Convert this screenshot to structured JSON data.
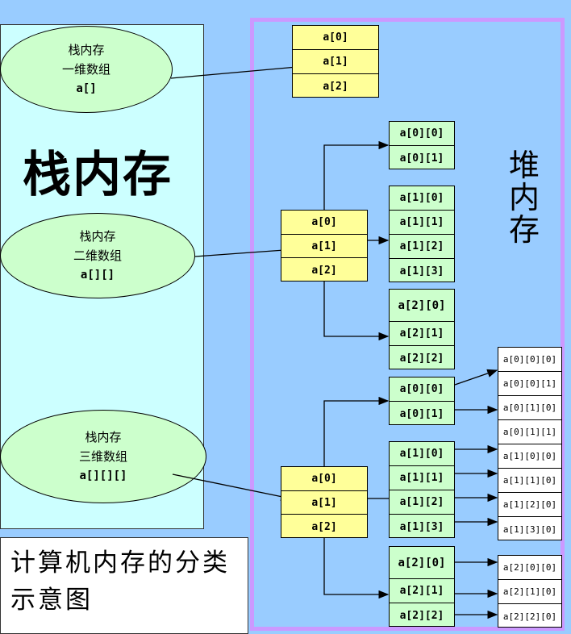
{
  "stack_title": "栈内存",
  "heap_title": "堆内存",
  "caption": "计算机内存的分类示意图",
  "ovals": [
    {
      "line1": "栈内存",
      "line2": "一维数组",
      "ref": "a[]"
    },
    {
      "line1": "栈内存",
      "line2": "二维数组",
      "ref": "a[][]"
    },
    {
      "line1": "栈内存",
      "line2": "三维数组",
      "ref": "a[][][]"
    }
  ],
  "one_dim": [
    "a[0]",
    "a[1]",
    "a[2]"
  ],
  "two_dim_outer": [
    "a[0]",
    "a[1]",
    "a[2]"
  ],
  "two_dim_row0": [
    "a[0][0]",
    "a[0][1]"
  ],
  "two_dim_row1": [
    "a[1][0]",
    "a[1][1]",
    "a[1][2]",
    "a[1][3]"
  ],
  "two_dim_row2": [
    "a[2][0]",
    "a[2][1]",
    "a[2][2]"
  ],
  "three_dim_outer": [
    "a[0]",
    "a[1]",
    "a[2]"
  ],
  "three_dim_row0": [
    "a[0][0]",
    "a[0][1]"
  ],
  "three_dim_row1": [
    "a[1][0]",
    "a[1][1]",
    "a[1][2]",
    "a[1][3]"
  ],
  "three_dim_row2": [
    "a[2][0]",
    "a[2][1]",
    "a[2][2]"
  ],
  "three_dim_leaf_top": [
    "a[0][0][0]",
    "a[0][0][1]",
    "a[0][1][0]",
    "a[0][1][1]",
    "a[1][0][0]",
    "a[1][1][0]",
    "a[1][2][0]",
    "a[1][3][0]"
  ],
  "three_dim_leaf_bottom": [
    "a[2][0][0]",
    "a[2][1][0]",
    "a[2][2][0]"
  ]
}
